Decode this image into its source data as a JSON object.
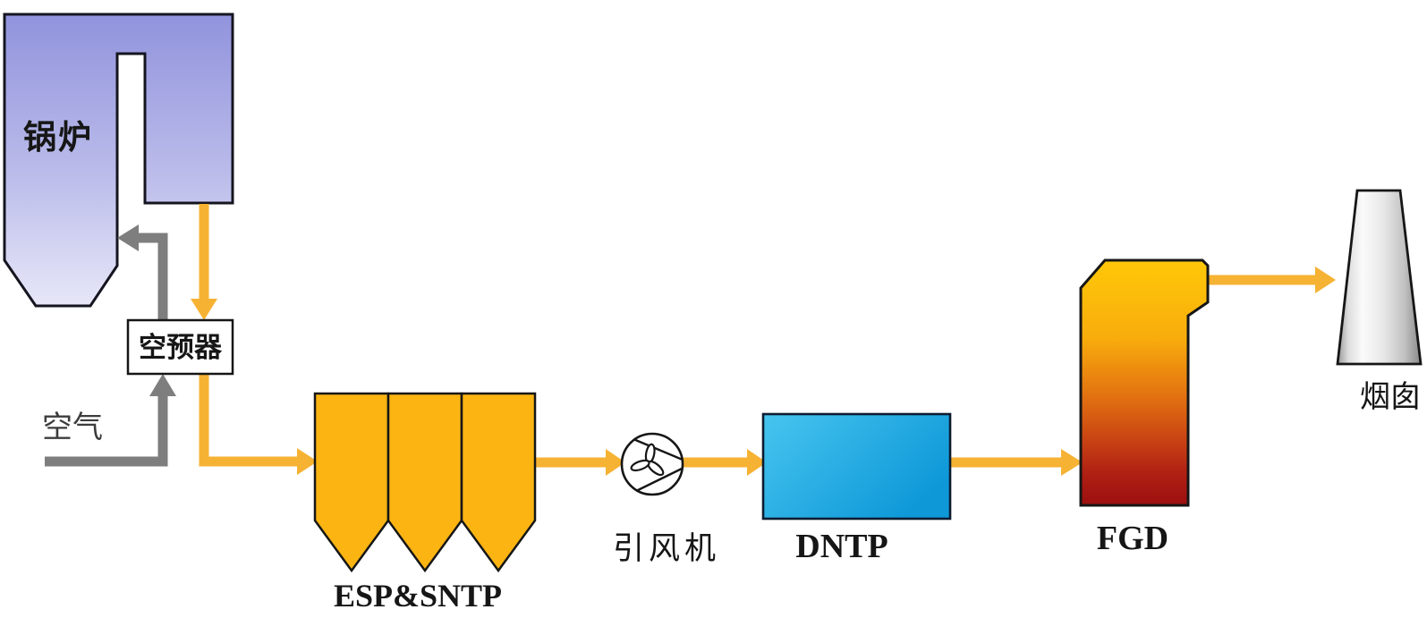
{
  "diagram": {
    "type": "process-flow",
    "nodes": [
      {
        "id": "boiler",
        "label": "锅炉"
      },
      {
        "id": "air-preheater",
        "label": "空预器"
      },
      {
        "id": "esp-sntp",
        "label": "ESP&SNTP"
      },
      {
        "id": "induced-draft-fan",
        "label": "引风机"
      },
      {
        "id": "dntp",
        "label": "DNTP"
      },
      {
        "id": "fgd",
        "label": "FGD"
      },
      {
        "id": "stack",
        "label": "烟囱"
      }
    ],
    "streams": [
      {
        "id": "air-inlet",
        "label": "空气"
      }
    ],
    "flows": [
      {
        "from": "锅炉",
        "to": "空预器",
        "medium": "flue-gas"
      },
      {
        "from": "空预器",
        "to": "ESP&SNTP",
        "medium": "flue-gas"
      },
      {
        "from": "ESP&SNTP",
        "to": "引风机",
        "medium": "flue-gas"
      },
      {
        "from": "引风机",
        "to": "DNTP",
        "medium": "flue-gas"
      },
      {
        "from": "DNTP",
        "to": "FGD",
        "medium": "flue-gas"
      },
      {
        "from": "FGD",
        "to": "烟囱",
        "medium": "flue-gas"
      },
      {
        "from": "空气",
        "to": "空预器",
        "medium": "air"
      },
      {
        "from": "空预器",
        "to": "锅炉",
        "medium": "air"
      }
    ],
    "colors": {
      "flue_duct": "#F6B233",
      "air_duct": "#7E7E7E",
      "esp_fill": "#FBB412",
      "boiler_gradient_top": "#9495DE",
      "boiler_gradient_bottom": "#E6E6F8",
      "dntp_gradient_light": "#47C5EF",
      "dntp_gradient_dark": "#0E98D8",
      "fgd_gradient_top": "#FFC808",
      "fgd_gradient_bottom": "#9C0F0F",
      "stack_highlight": "#FAFAFA",
      "stack_edge": "#8E8E8E",
      "outline": "#161616",
      "background": "#FFFFFF"
    }
  }
}
